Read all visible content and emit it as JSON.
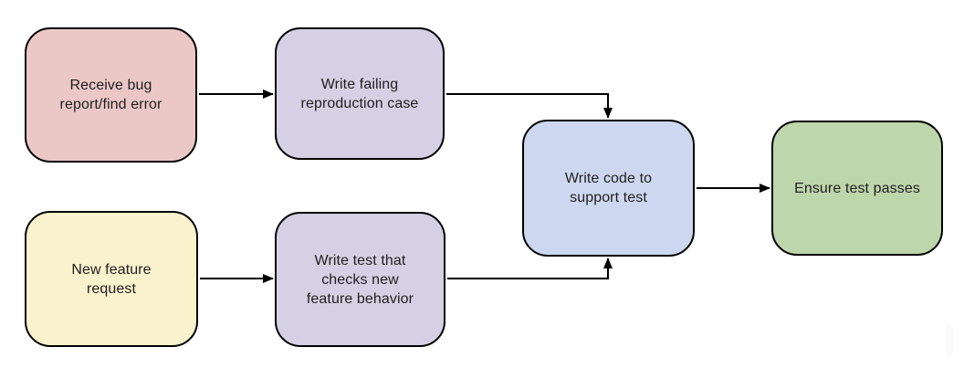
{
  "diagram": {
    "background": "#ffffff",
    "stroke_color": "#000000",
    "text_color": "#1f1f1f",
    "nodes": [
      {
        "id": "receive-bug",
        "label": "Receive bug\nreport/find error",
        "fill": "#ebc8c6"
      },
      {
        "id": "write-failing-repro",
        "label": "Write failing\nreproduction case",
        "fill": "#d5d0e3"
      },
      {
        "id": "new-feature-request",
        "label": "New feature\nrequest",
        "fill": "#faf1cd"
      },
      {
        "id": "write-test-checks",
        "label": "Write test that\nchecks new\nfeature behavior",
        "fill": "#d5d0e3"
      },
      {
        "id": "write-code",
        "label": "Write code to\nsupport test",
        "fill": "#cdd8f0"
      },
      {
        "id": "ensure-test-passes",
        "label": "Ensure test passes",
        "fill": "#bdd6ab"
      }
    ],
    "edges": [
      {
        "from": "receive-bug",
        "to": "write-failing-repro",
        "shape": "straight"
      },
      {
        "from": "write-failing-repro",
        "to": "write-code",
        "shape": "elbow-down-into-top"
      },
      {
        "from": "new-feature-request",
        "to": "write-test-checks",
        "shape": "straight"
      },
      {
        "from": "write-test-checks",
        "to": "write-code",
        "shape": "elbow-up-into-bottom"
      },
      {
        "from": "write-code",
        "to": "ensure-test-passes",
        "shape": "straight"
      }
    ]
  }
}
